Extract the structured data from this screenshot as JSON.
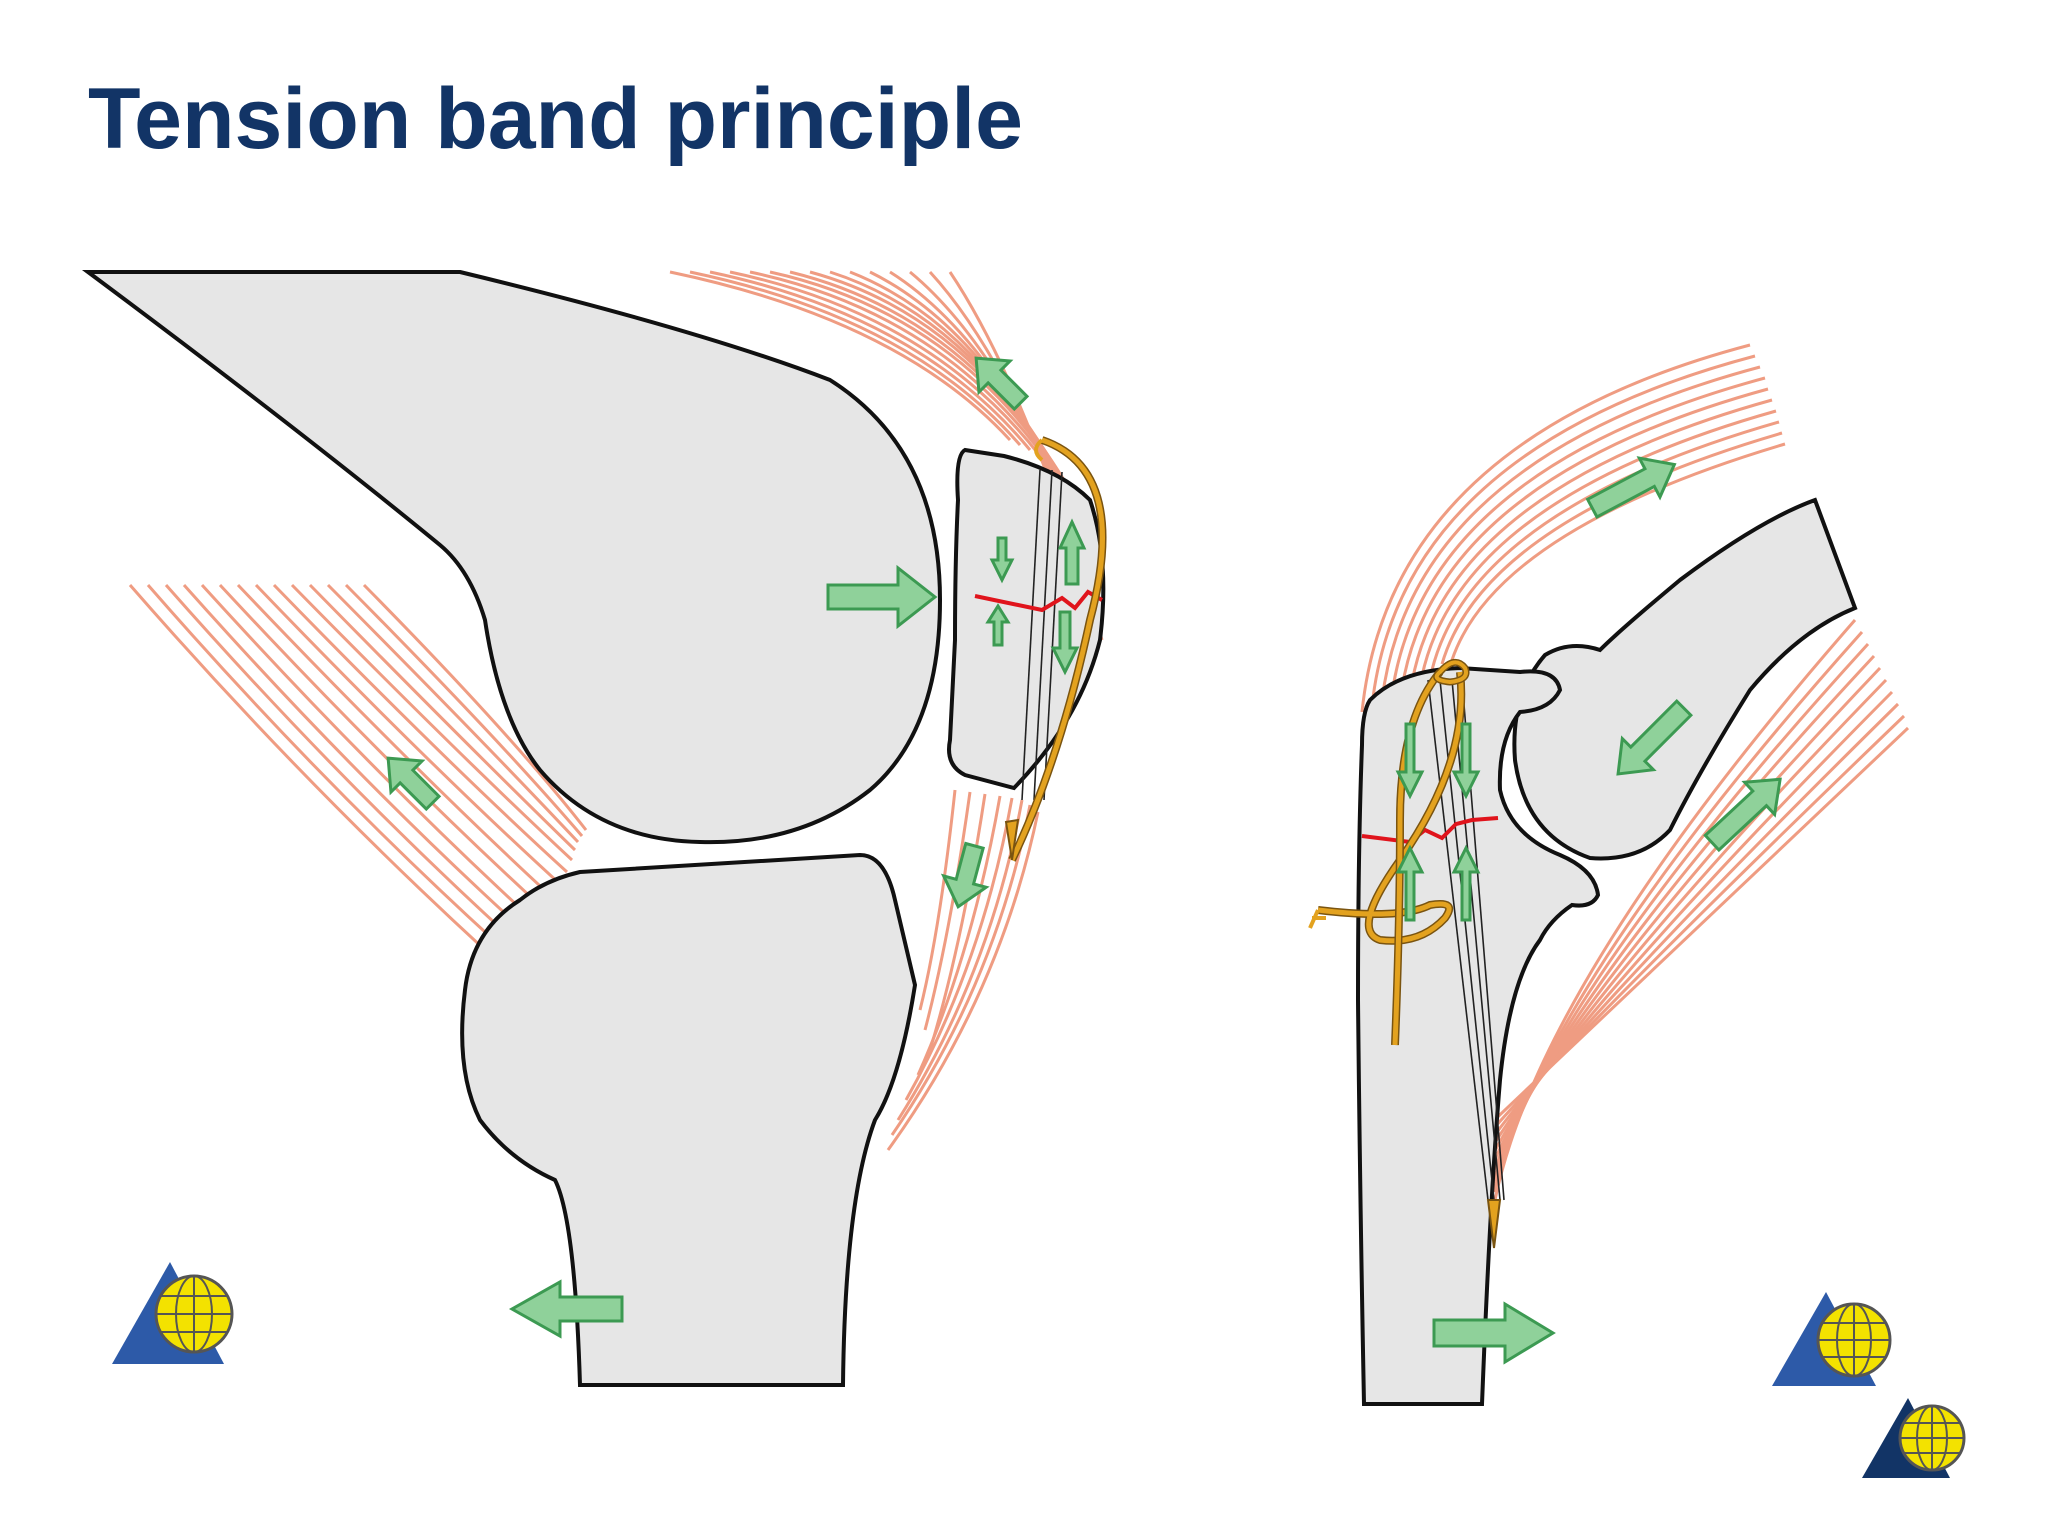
{
  "slide": {
    "title": "Tension band principle"
  },
  "colors": {
    "title": "#123466",
    "bone_fill": "#e6e6e6",
    "outline": "#111111",
    "tendon": "#ef9c82",
    "arrow_fill": "#8fd19a",
    "arrow_stroke": "#3c9a52",
    "fracture": "#e0141c",
    "wire": "#e3a21f",
    "wire_dark": "#7a5410",
    "logo_blue": "#2d5aa8",
    "logo_globe": "#f3e200"
  },
  "icons": [
    "ao-foundation-logo",
    "tension-arrow",
    "compression-arrow"
  ]
}
